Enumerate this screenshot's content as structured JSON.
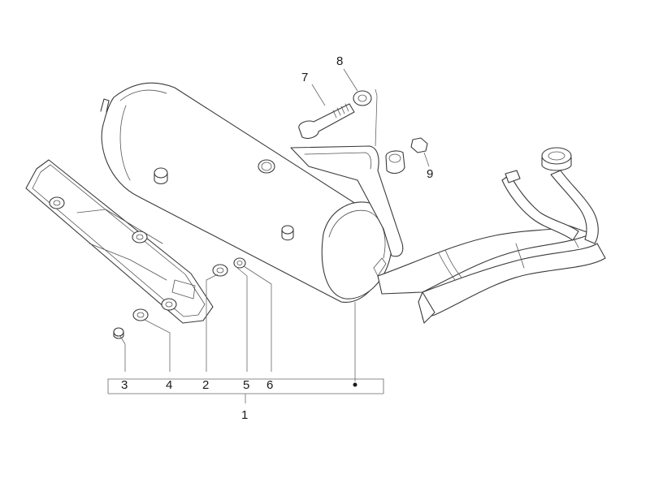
{
  "callouts": {
    "c1": "1",
    "c2": "2",
    "c3": "3",
    "c4": "4",
    "c5": "5",
    "c6": "6",
    "c7": "7",
    "c8": "8",
    "c9": "9"
  },
  "colors": {
    "line": "#3a3a3a",
    "text": "#1a1a1a",
    "background": "#ffffff"
  }
}
